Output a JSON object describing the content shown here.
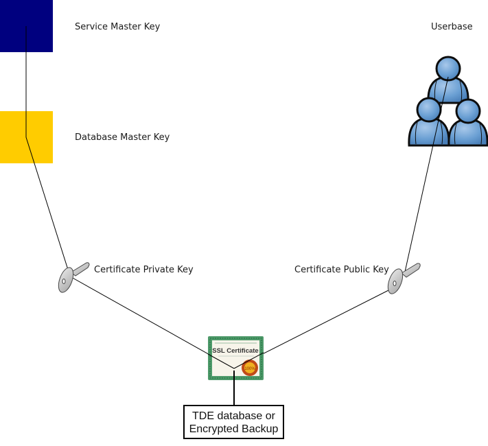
{
  "nodes": {
    "service_master_key": {
      "label": "Service Master Key",
      "color": "#00007F"
    },
    "database_master_key": {
      "label": "Database Master Key",
      "color": "#FFCC00"
    },
    "userbase": {
      "label": "Userbase",
      "icon": "users-icon",
      "color": "#6A9FD3"
    },
    "certificate_private_key": {
      "label": "Certificate Private Key",
      "icon": "key-icon"
    },
    "certificate_public_key": {
      "label": "Certificate Public Key",
      "icon": "key-icon"
    },
    "ssl_certificate": {
      "label": "SSL Certificate",
      "seal": "100%",
      "icon": "certificate-icon"
    },
    "tde_target": {
      "line1": "TDE database or",
      "line2": "Encrypted Backup"
    }
  },
  "edges": [
    [
      "service_master_key",
      "database_master_key"
    ],
    [
      "database_master_key",
      "certificate_private_key"
    ],
    [
      "userbase",
      "certificate_public_key"
    ],
    [
      "certificate_private_key",
      "ssl_certificate"
    ],
    [
      "certificate_public_key",
      "ssl_certificate"
    ],
    [
      "ssl_certificate",
      "tde_target"
    ]
  ]
}
